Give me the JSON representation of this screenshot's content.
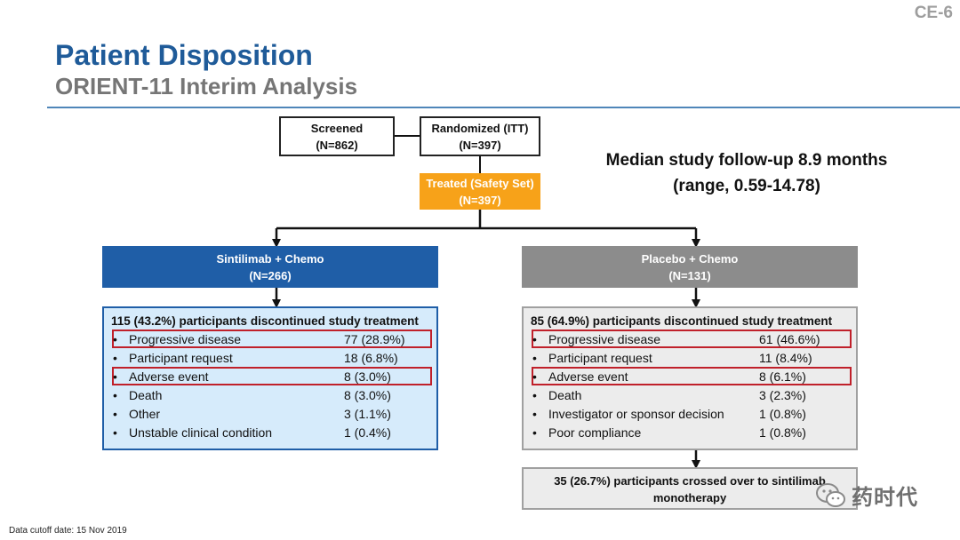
{
  "slide_number": "CE-6",
  "title": "Patient Disposition",
  "subtitle": "ORIENT-11 Interim Analysis",
  "screened": {
    "label": "Screened",
    "n": "(N=862)"
  },
  "randomized": {
    "label": "Randomized (ITT)",
    "n": "(N=397)"
  },
  "treated": {
    "label": "Treated (Safety Set)",
    "n": "(N=397)"
  },
  "followup": {
    "line1": "Median study follow-up 8.9 months",
    "line2": "(range, 0.59-14.78)"
  },
  "arm_left": {
    "label": "Sintilimab + Chemo",
    "n": "(N=266)",
    "header": "115 (43.2%) participants discontinued study treatment",
    "items": [
      {
        "label": "Progressive disease",
        "value": "77 (28.9%)",
        "highlight": true
      },
      {
        "label": "Participant request",
        "value": "18 (6.8%)",
        "highlight": false
      },
      {
        "label": "Adverse event",
        "value": "8 (3.0%)",
        "highlight": true
      },
      {
        "label": "Death",
        "value": "8 (3.0%)",
        "highlight": false
      },
      {
        "label": "Other",
        "value": "3 (1.1%)",
        "highlight": false
      },
      {
        "label": "Unstable clinical condition",
        "value": "1 (0.4%)",
        "highlight": false
      }
    ]
  },
  "arm_right": {
    "label": "Placebo + Chemo",
    "n": "(N=131)",
    "header": "85 (64.9%) participants discontinued study treatment",
    "items": [
      {
        "label": "Progressive disease",
        "value": "61 (46.6%)",
        "highlight": true
      },
      {
        "label": "Participant request",
        "value": "11 (8.4%)",
        "highlight": false
      },
      {
        "label": "Adverse event",
        "value": "8 (6.1%)",
        "highlight": true
      },
      {
        "label": "Death",
        "value": "3 (2.3%)",
        "highlight": false
      },
      {
        "label": "Investigator or sponsor decision",
        "value": "1 (0.8%)",
        "highlight": false
      },
      {
        "label": "Poor compliance",
        "value": "1 (0.8%)",
        "highlight": false
      }
    ]
  },
  "crossover": {
    "line1": "35 (26.7%) participants crossed over to sintilimab",
    "line2": "monotherapy"
  },
  "footnote": "Data cutoff date: 15 Nov 2019",
  "watermark": {
    "text": "药时代",
    "icon": "wechat-icon"
  },
  "colors": {
    "title_blue": "#1f5b99",
    "treated_orange": "#f7a219",
    "arm_left_blue": "#1f5ea7",
    "arm_right_gray": "#8c8c8c",
    "highlight_red": "#c0202a"
  }
}
